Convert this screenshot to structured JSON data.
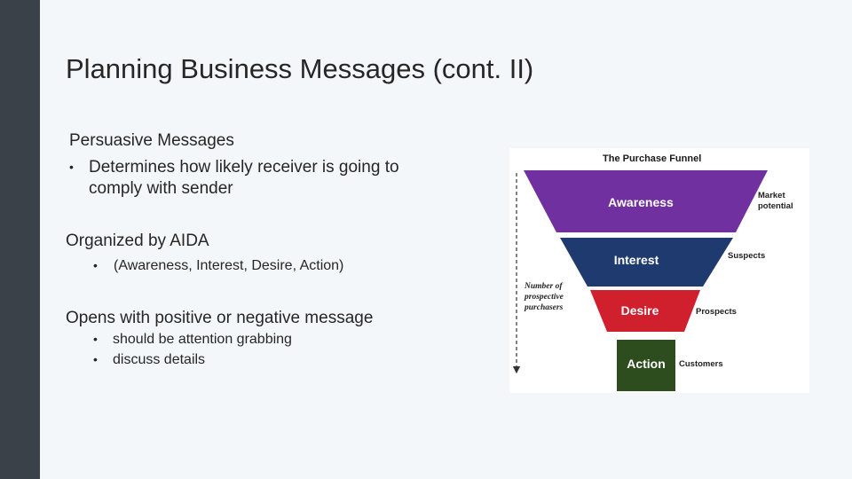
{
  "slide": {
    "title": "Planning Business Messages (cont. II)",
    "sections": [
      {
        "heading": "Persuasive Messages",
        "bullets": [
          "Determines how likely receiver is going to",
          "comply with sender"
        ]
      },
      {
        "heading": "Organized by AIDA",
        "bullets": [
          "(Awareness, Interest, Desire, Action)"
        ]
      },
      {
        "heading": "Opens with positive or negative message",
        "bullets": [
          "should be attention grabbing",
          "discuss details"
        ]
      }
    ],
    "bullet_glyph": "•"
  },
  "funnel": {
    "title": "The Purchase Funnel",
    "axis_label": [
      "Number of",
      "prospective",
      "purchasers"
    ],
    "stages": [
      {
        "label": "Awareness",
        "side": [
          "Market",
          "potential"
        ],
        "color": "#7030a0"
      },
      {
        "label": "Interest",
        "side": [
          "Suspects"
        ],
        "color": "#1f3a6e"
      },
      {
        "label": "Desire",
        "side": [
          "Prospects"
        ],
        "color": "#d0202e"
      },
      {
        "label": "Action",
        "side": [
          "Customers"
        ],
        "color": "#2e4d1f"
      }
    ]
  }
}
